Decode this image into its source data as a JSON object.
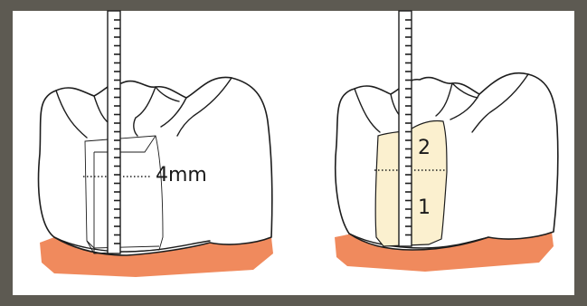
{
  "frame_color": "#5d5a52",
  "colors": {
    "gum": "#f08a5d",
    "tooth_stroke": "#1d1d1d",
    "preparation_fill": "#fbf0cf",
    "probe_fill": "#ffffff"
  },
  "left_panel": {
    "measurement_label": "4mm"
  },
  "right_panel": {
    "upper_zone_label": "2",
    "lower_zone_label": "1"
  }
}
